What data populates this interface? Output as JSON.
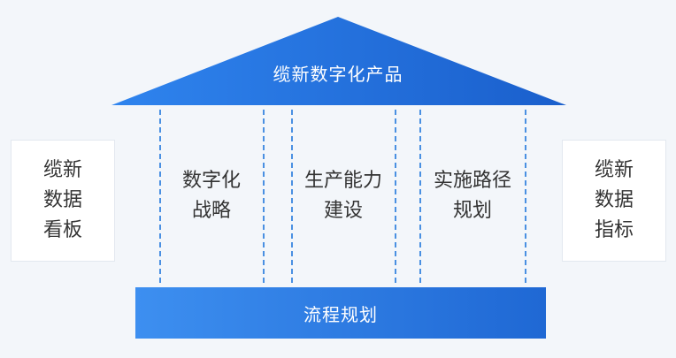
{
  "roof": {
    "title": "缆新数字化产品"
  },
  "left_panel": {
    "text": "缆新\n数据\n看板"
  },
  "right_panel": {
    "text": "缆新\n数据\n指标"
  },
  "pillars": [
    {
      "text": "数字化\n战略"
    },
    {
      "text": "生产能力\n建设"
    },
    {
      "text": "实施路径\n规划"
    }
  ],
  "base": {
    "title": "流程规划"
  },
  "colors": {
    "primary_blue": "#1f68d4",
    "light_blue": "#3d8ff0",
    "background": "#f3f6fa",
    "text_dark": "#333333"
  }
}
